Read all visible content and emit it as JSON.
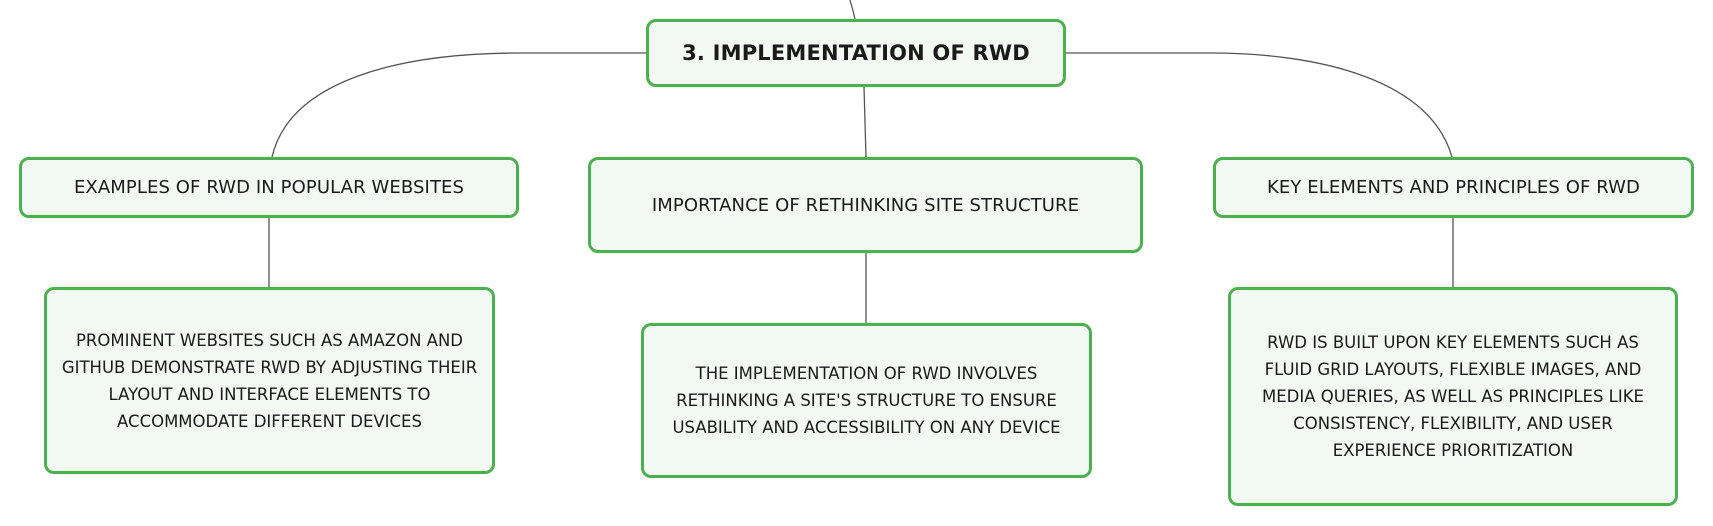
{
  "diagram": {
    "root": {
      "label": "3. Implementation of RWD"
    },
    "branches": [
      {
        "label": "Examples of RWD in popular websites",
        "detail": "Prominent websites such as Amazon and GitHub demonstrate RWD by adjusting their layout and interface elements to accommodate different devices"
      },
      {
        "label": "Importance of rethinking site structure",
        "detail": "The implementation of RWD involves rethinking a site's structure to ensure usability and accessibility on any device"
      },
      {
        "label": "Key elements and principles of RWD",
        "detail": "RWD is built upon key elements such as fluid grid layouts, flexible images, and media queries, as well as principles like consistency, flexibility, and user experience prioritization"
      }
    ],
    "colors": {
      "node_border": "#4caf50",
      "node_fill": "#f1f9f2",
      "connector": "#555555"
    }
  }
}
